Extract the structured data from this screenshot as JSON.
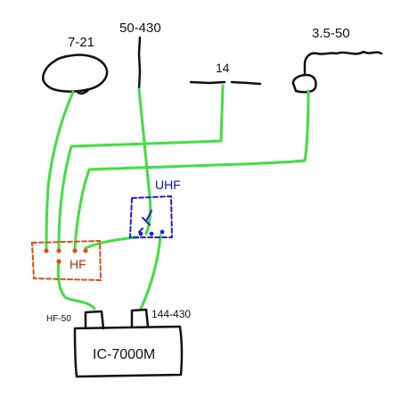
{
  "colors": {
    "wire": "#40e040",
    "antenna": "#111111",
    "hf_box": "#e05010",
    "hf_label": "#e02000",
    "uhf_box": "#2020e0",
    "uhf_label": "#1010d0",
    "radio": "#111111"
  },
  "antennas": {
    "loop": "7-21",
    "vertical": "50-430",
    "dipole": "14",
    "longwire": "3.5-50"
  },
  "switches": {
    "hf": "HF",
    "uhf": "UHF"
  },
  "radio": {
    "name": "IC-7000M",
    "port_hf": "HF-50",
    "port_vhf": "144-430"
  }
}
